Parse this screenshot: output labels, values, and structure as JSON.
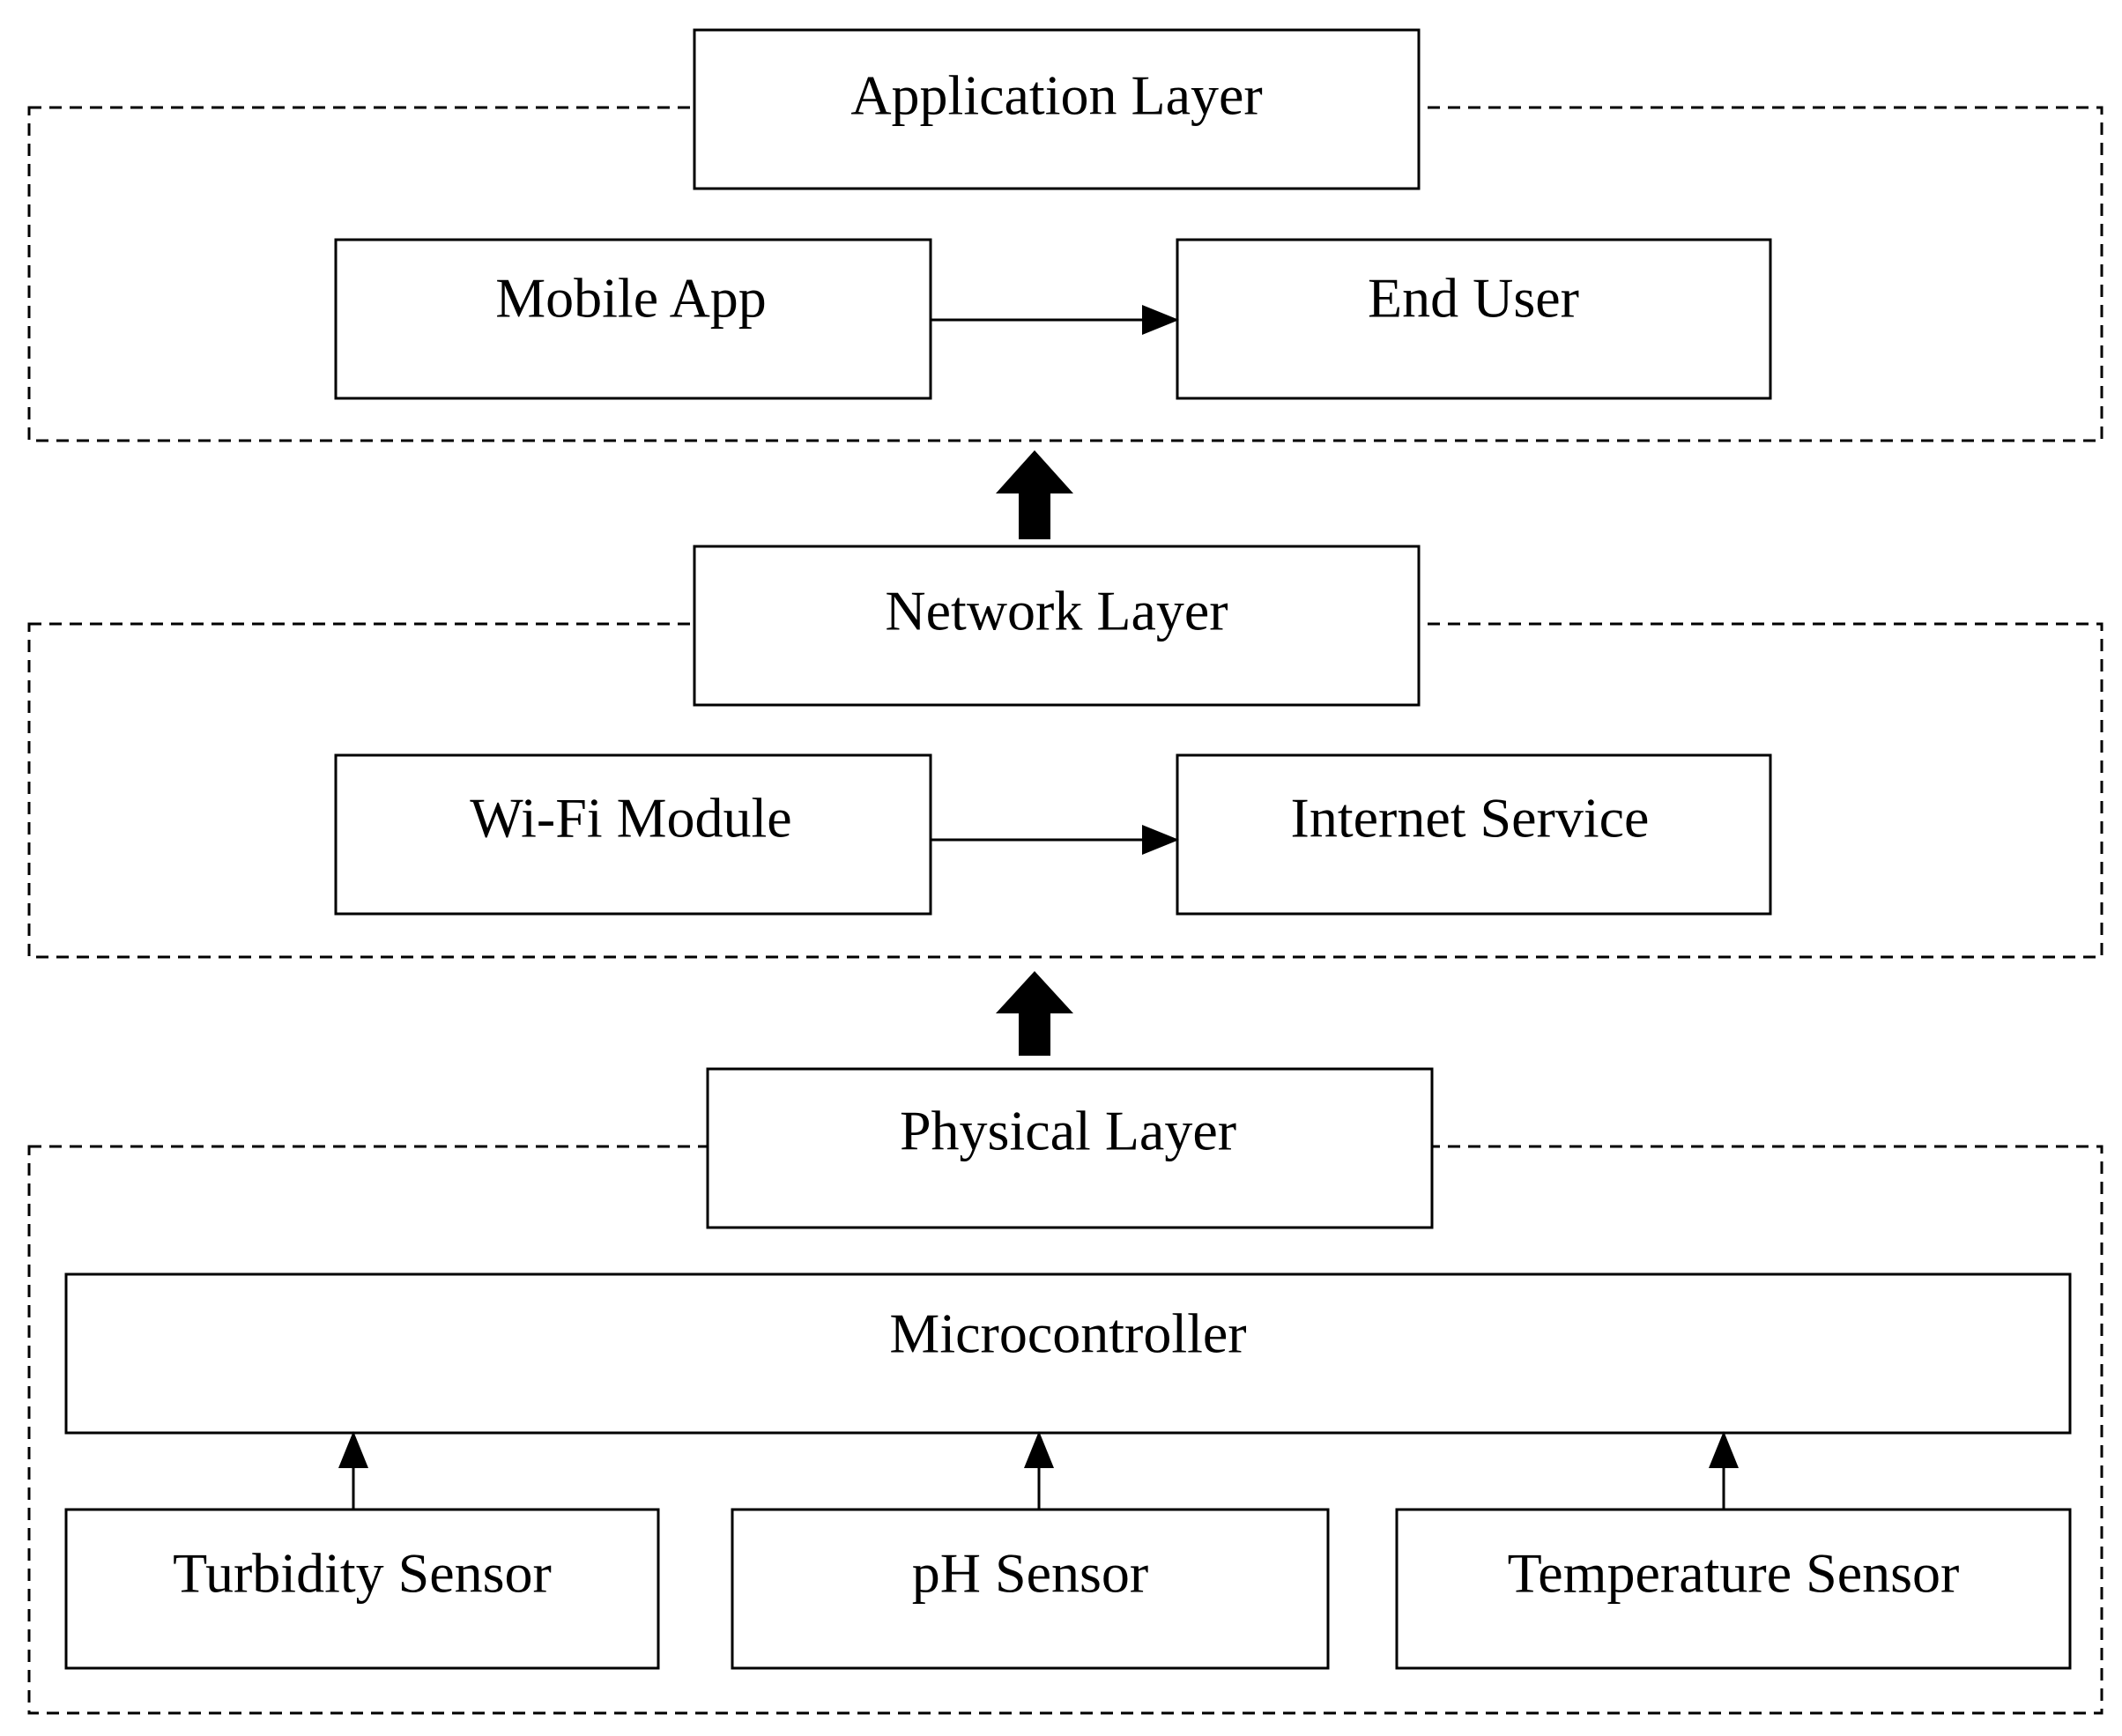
{
  "layers": {
    "application": {
      "title": "Application Layer",
      "nodes": {
        "mobile_app": "Mobile App",
        "end_user": "End User"
      }
    },
    "network": {
      "title": "Network Layer",
      "nodes": {
        "wifi_module": "Wi-Fi Module",
        "internet_service": "Internet Service"
      }
    },
    "physical": {
      "title": "Physical Layer",
      "nodes": {
        "microcontroller": "Microcontroller",
        "turbidity_sensor": "Turbidity Sensor",
        "ph_sensor": "pH Sensor",
        "temperature_sensor": "Temperature Sensor"
      }
    }
  },
  "edges": [
    {
      "from": "Mobile App",
      "to": "End User"
    },
    {
      "from": "Wi-Fi Module",
      "to": "Internet Service"
    },
    {
      "from": "Network Layer",
      "to": "Application Layer"
    },
    {
      "from": "Physical Layer",
      "to": "Network Layer"
    },
    {
      "from": "Turbidity Sensor",
      "to": "Microcontroller"
    },
    {
      "from": "pH Sensor",
      "to": "Microcontroller"
    },
    {
      "from": "Temperature Sensor",
      "to": "Microcontroller"
    }
  ]
}
